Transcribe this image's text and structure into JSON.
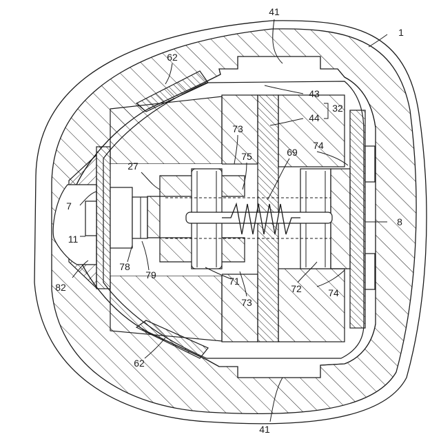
{
  "figure": {
    "labels": {
      "housing_top": "41",
      "housing_bottom": "41",
      "outer_shell": "1",
      "seal_top": "62",
      "seal_bottom": "62",
      "group": "32",
      "part_43": "43",
      "part_44": "44",
      "spring": "69",
      "bracket_upper_right": "74",
      "bracket_lower_right": "74",
      "magnet_upper": "73",
      "magnet_lower": "73",
      "part_75": "75",
      "part_27": "27",
      "part_7": "7",
      "part_11": "11",
      "part_82": "82",
      "part_78": "78",
      "part_79": "79",
      "part_71": "71",
      "part_72": "72",
      "plate_8": "8"
    }
  }
}
